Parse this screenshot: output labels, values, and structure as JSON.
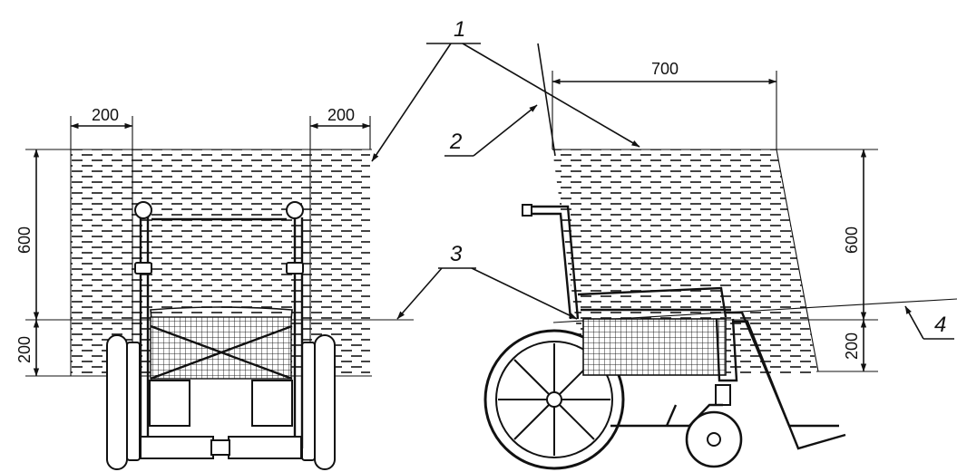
{
  "dimensions": {
    "front_left_width": "200",
    "front_right_width": "200",
    "front_upper_height": "600",
    "front_lower_height": "200",
    "side_depth": "700",
    "side_upper_height": "600",
    "side_lower_height": "200"
  },
  "callouts": {
    "one": "1",
    "two": "2",
    "three": "3",
    "four": "4"
  },
  "colors": {
    "line": "#111111",
    "hatch": "#222222",
    "background": "#ffffff"
  }
}
